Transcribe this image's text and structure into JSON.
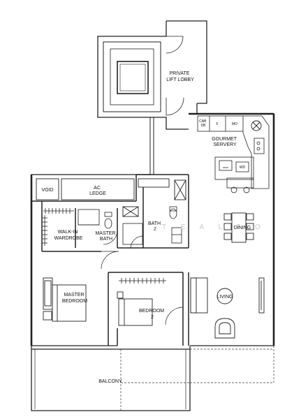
{
  "rooms": {
    "private_lift_lobby": [
      "PRIVATE",
      "LIFT LOBBY"
    ],
    "gourmet_servery": [
      "GOURMET",
      "SERVERY"
    ],
    "void": "VOID",
    "ac_ledge": [
      "AC",
      "LEDGE"
    ],
    "walk_in_wardrobe": [
      "WALK-IN",
      "WARDROBE"
    ],
    "master_bath": [
      "MASTER",
      "BATH"
    ],
    "bath_2": [
      "BATH",
      "2"
    ],
    "dining": "DINING",
    "master_bedroom": [
      "MASTER",
      "BEDROOM"
    ],
    "bedroom_2": [
      "BEDROOM",
      "2"
    ],
    "living": "LIVING",
    "balcony": "BALCONY"
  },
  "fixtures": {
    "cab_db": [
      "CAB",
      "DB"
    ],
    "fridge": "F",
    "microwave_oven": "MO",
    "washer_dryer": "WD"
  },
  "watermark": "T E A L T O"
}
